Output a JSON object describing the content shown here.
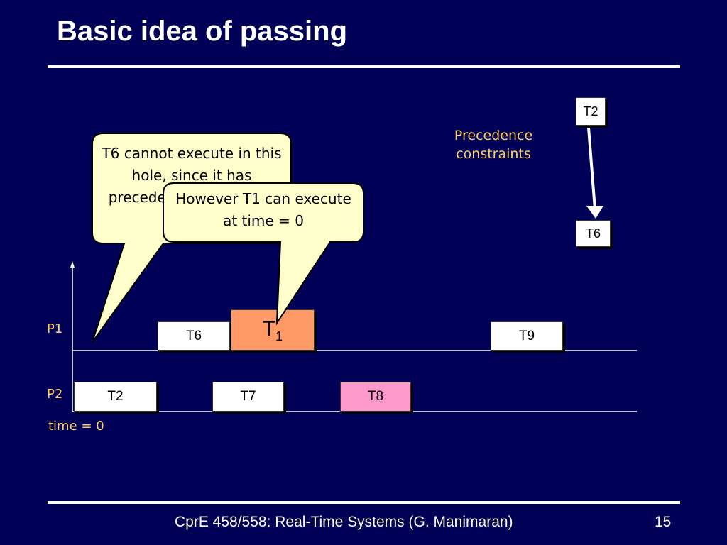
{
  "slide": {
    "title": "Basic idea of passing",
    "footer": "CprE 458/558: Real-Time Systems (G. Manimaran)",
    "page_number": "15"
  },
  "precedence": {
    "label": "Precedence constraints",
    "from": "T2",
    "to": "T6"
  },
  "schedule": {
    "p1_label": "P1",
    "p2_label": "P2",
    "time_label": "time = 0",
    "p1_tasks": [
      "T6",
      "T9"
    ],
    "p2_tasks": [
      "T2",
      "T7",
      "T8"
    ],
    "highlight_task": {
      "name": "T",
      "subscript": "1"
    }
  },
  "callouts": {
    "back": "T6 cannot execute in this hole, since it has precedence constraints",
    "front": "However T1 can execute at time = 0"
  },
  "colors": {
    "background": "#000056",
    "label": "#ffcc66",
    "bubble": "#ffffcc",
    "t1": "#ff9966",
    "t8": "#ff99cc"
  }
}
